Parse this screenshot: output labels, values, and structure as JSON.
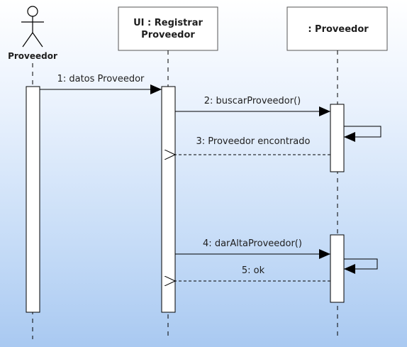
{
  "actor": {
    "label": "Proveedor"
  },
  "lifelines": {
    "ui": {
      "line1": "UI : Registrar",
      "line2": "Proveedor"
    },
    "proveedor": {
      "label": ": Proveedor"
    }
  },
  "messages": {
    "m1": "1: datos Proveedor",
    "m2": "2: buscarProveedor()",
    "m3": "3: Proveedor encontrado",
    "m4": "4: darAltaProveedor()",
    "m5": "5: ok"
  },
  "colors": {
    "background_top": "#ffffff",
    "background_bottom": "#a9c9f1",
    "line": "#000000",
    "box_fill": "#ffffff"
  }
}
